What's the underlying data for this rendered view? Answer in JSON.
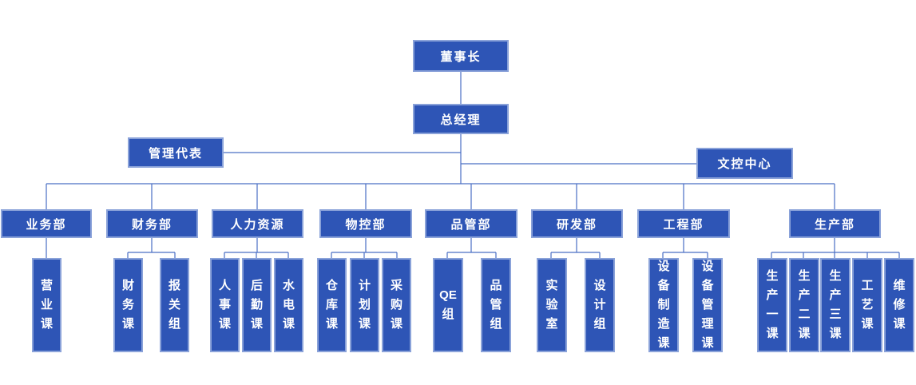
{
  "palette": {
    "box_fill": "#2e55b6",
    "box_border": "#8aa2d9",
    "connector": "#4a6fc4",
    "text": "#ffffff",
    "background": "#ffffff"
  },
  "org": {
    "root": {
      "label": "董事长"
    },
    "executive": {
      "label": "总经理"
    },
    "staff_left": {
      "label": "管理代表"
    },
    "staff_right": {
      "label": "文控中心"
    },
    "departments": [
      {
        "label": "业务部",
        "children": [
          {
            "label": "营业课",
            "lines": [
              "营",
              "业",
              "课"
            ]
          }
        ]
      },
      {
        "label": "财务部",
        "children": [
          {
            "label": "财务课",
            "lines": [
              "财",
              "务",
              "课"
            ]
          },
          {
            "label": "报关组",
            "lines": [
              "报",
              "关",
              "组"
            ]
          }
        ]
      },
      {
        "label": "人力资源",
        "children": [
          {
            "label": "人事课",
            "lines": [
              "人",
              "事",
              "课"
            ]
          },
          {
            "label": "后勤课",
            "lines": [
              "后",
              "勤",
              "课"
            ]
          },
          {
            "label": "水电课",
            "lines": [
              "水",
              "电",
              "课"
            ]
          }
        ]
      },
      {
        "label": "物控部",
        "children": [
          {
            "label": "仓库课",
            "lines": [
              "仓",
              "库",
              "课"
            ]
          },
          {
            "label": "计划课",
            "lines": [
              "计",
              "划",
              "课"
            ]
          },
          {
            "label": "采购课",
            "lines": [
              "采",
              "购",
              "课"
            ]
          }
        ]
      },
      {
        "label": "品管部",
        "children": [
          {
            "label": "QE组",
            "lines": [
              "QE",
              "组"
            ]
          },
          {
            "label": "品管组",
            "lines": [
              "品",
              "管",
              "组"
            ]
          }
        ]
      },
      {
        "label": "研发部",
        "children": [
          {
            "label": "实验室",
            "lines": [
              "实",
              "验",
              "室"
            ]
          },
          {
            "label": "设计组",
            "lines": [
              "设",
              "计",
              "组"
            ]
          }
        ]
      },
      {
        "label": "工程部",
        "children": [
          {
            "label": "设备制造课",
            "lines": [
              "设",
              "备",
              "制",
              "造",
              "课"
            ]
          },
          {
            "label": "设备管理课",
            "lines": [
              "设",
              "备",
              "管",
              "理",
              "课"
            ]
          }
        ]
      },
      {
        "label": "生产部",
        "children": [
          {
            "label": "生产一课",
            "lines": [
              "生",
              "产",
              "一",
              "课"
            ]
          },
          {
            "label": "生产二课",
            "lines": [
              "生",
              "产",
              "二",
              "课"
            ]
          },
          {
            "label": "生产三课",
            "lines": [
              "生",
              "产",
              "三",
              "课"
            ]
          },
          {
            "label": "工艺课",
            "lines": [
              "工",
              "艺",
              "课"
            ]
          },
          {
            "label": "维修课",
            "lines": [
              "维",
              "修",
              "课"
            ]
          }
        ]
      }
    ]
  }
}
